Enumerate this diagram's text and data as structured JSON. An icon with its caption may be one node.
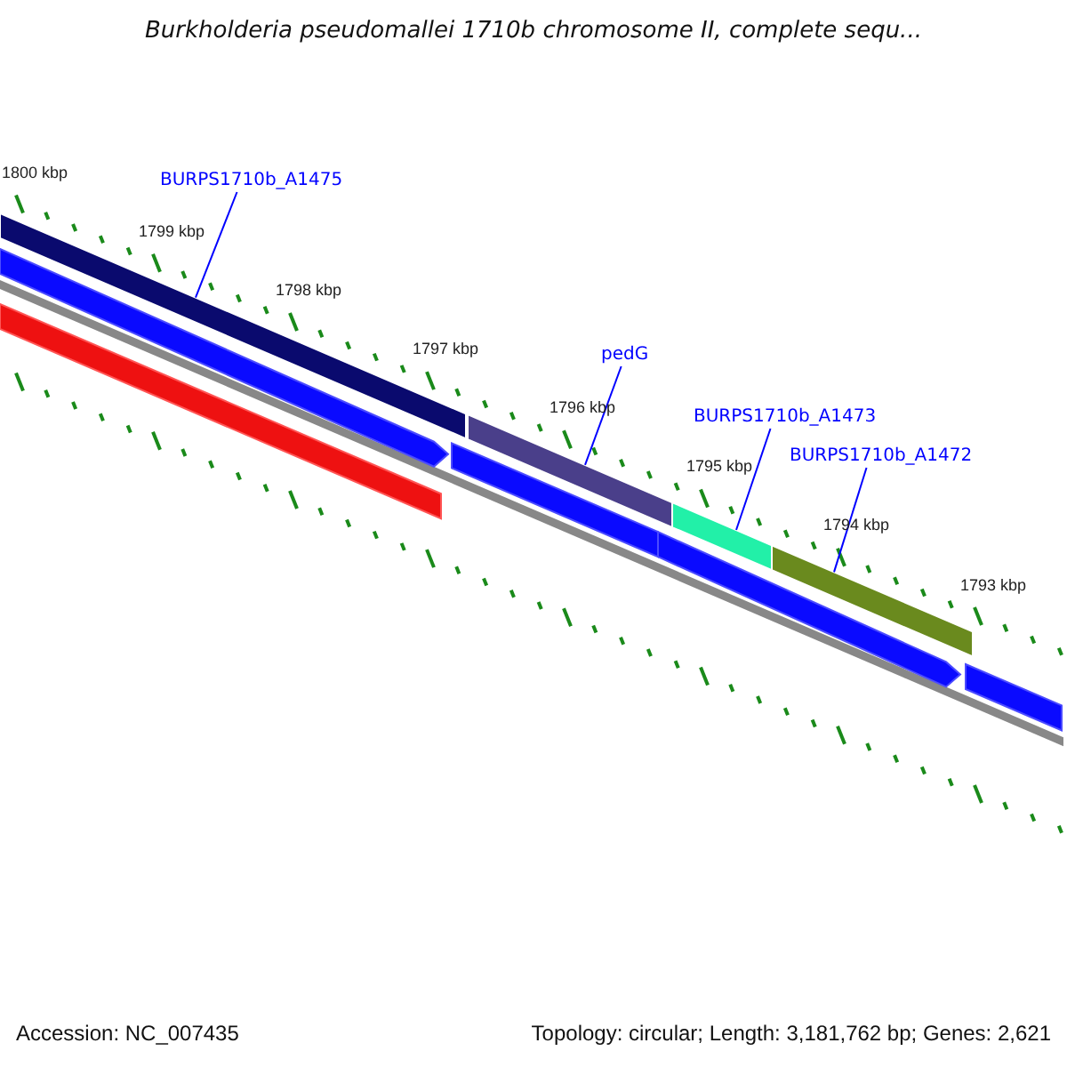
{
  "diagram": {
    "title": "Burkholderia pseudomallei 1710b chromosome II, complete sequ...",
    "nodes": [
      {
        "text": [
          "BURPS1710b_A1475"
        ]
      },
      {
        "text": [],
        "shape": "bar"
      },
      {
        "text": [
          "pedG"
        ]
      },
      {
        "text": [],
        "shape": "bar"
      },
      {
        "text": [
          "BURPS1710b_A1473"
        ]
      },
      {
        "text": [],
        "shape": "bar"
      },
      {
        "text": [
          "BURPS1710b_A1472"
        ]
      },
      {
        "text": [],
        "shape": "bar"
      }
    ],
    "edges": [
      {
        "from": 0,
        "to": 1,
        "arrow": "none"
      },
      {
        "from": 2,
        "to": 3,
        "arrow": "none"
      },
      {
        "from": 4,
        "to": 5,
        "arrow": "none"
      },
      {
        "from": 6,
        "to": 7,
        "arrow": "none"
      }
    ],
    "labels": [
      "1800 kbp",
      "1799 kbp",
      "1798 kbp",
      "1797 kbp",
      "1796 kbp",
      "1795 kbp",
      "1794 kbp",
      "1793 kbp",
      "Accession: NC_007435",
      "Topology: circular; Length: 3,181,762 bp; Genes: 2,621"
    ]
  }
}
